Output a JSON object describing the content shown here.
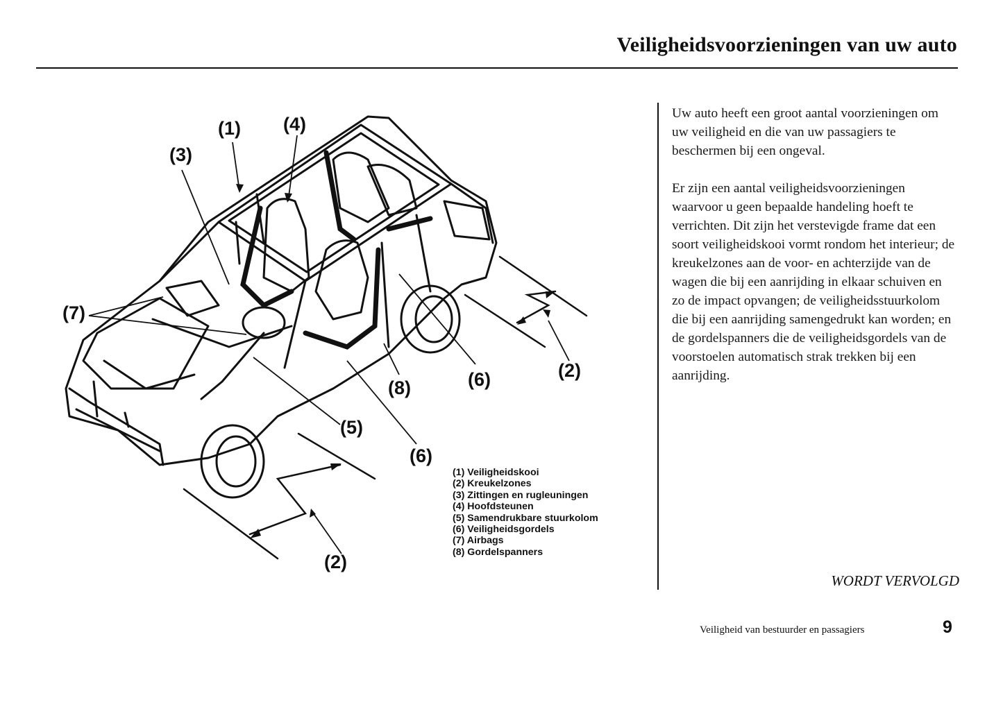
{
  "header": {
    "title": "Veiligheidsvoorzieningen van uw auto"
  },
  "body": {
    "paragraphs": [
      "Uw auto heeft een groot aantal voorzieningen om uw veiligheid en die van uw passagiers te beschermen bij een ongeval.",
      "Er zijn een aantal veiligheidsvoorzieningen waarvoor u geen bepaalde handeling hoeft te verrichten. Dit zijn het verstevigde frame dat een soort veiligheidskooi vormt rondom het interieur; de kreukelzones aan de voor- en achterzijde van de wagen die bij een aanrijding in elkaar schuiven en zo de impact opvangen; de veiligheidsstuurkolom die bij een aanrijding samengedrukt kan worden; en de gordelspanners die de veiligheidsgordels van de voorstoelen automatisch strak trekken bij een aanrijding."
    ],
    "continued": "WORDT VERVOLGD"
  },
  "figure": {
    "callouts": {
      "c1": "(1)",
      "c2a": "(2)",
      "c2b": "(2)",
      "c3": "(3)",
      "c4": "(4)",
      "c5": "(5)",
      "c6a": "(6)",
      "c6b": "(6)",
      "c7": "(7)",
      "c8": "(8)"
    },
    "legend": [
      "(1) Veiligheidskooi",
      "(2) Kreukelzones",
      "(3) Zittingen en rugleuningen",
      "(4) Hoofdsteunen",
      "(5) Samendrukbare stuurkolom",
      "(6) Veiligheidsgordels",
      "(7) Airbags",
      "(8) Gordelspanners"
    ]
  },
  "footer": {
    "section": "Veiligheid van bestuurder en passagiers",
    "page": "9"
  }
}
